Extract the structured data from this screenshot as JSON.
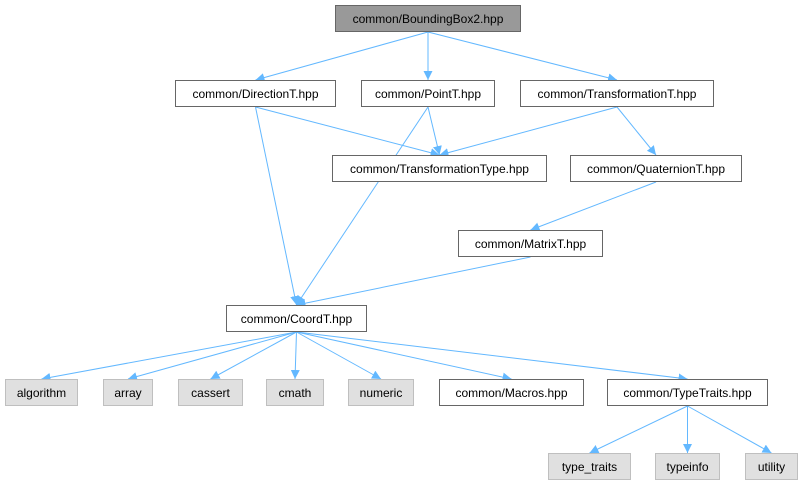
{
  "graph": {
    "edge_color": "#63b8ff",
    "focus_fill": "#999999",
    "system_fill": "#e0e0e0",
    "nodes": {
      "bounding_box2": {
        "label": "common/BoundingBox2.hpp"
      },
      "direction_t": {
        "label": "common/DirectionT.hpp"
      },
      "point_t": {
        "label": "common/PointT.hpp"
      },
      "transformation_t": {
        "label": "common/TransformationT.hpp"
      },
      "transformation_type": {
        "label": "common/TransformationType.hpp"
      },
      "quaternion_t": {
        "label": "common/QuaternionT.hpp"
      },
      "matrix_t": {
        "label": "common/MatrixT.hpp"
      },
      "coord_t": {
        "label": "common/CoordT.hpp"
      },
      "algorithm": {
        "label": "algorithm"
      },
      "array": {
        "label": "array"
      },
      "cassert": {
        "label": "cassert"
      },
      "cmath": {
        "label": "cmath"
      },
      "numeric": {
        "label": "numeric"
      },
      "macros": {
        "label": "common/Macros.hpp"
      },
      "type_traits_hpp": {
        "label": "common/TypeTraits.hpp"
      },
      "type_traits": {
        "label": "type_traits"
      },
      "typeinfo": {
        "label": "typeinfo"
      },
      "utility": {
        "label": "utility"
      }
    },
    "edges": [
      [
        "bounding_box2",
        "direction_t"
      ],
      [
        "bounding_box2",
        "point_t"
      ],
      [
        "bounding_box2",
        "transformation_t"
      ],
      [
        "direction_t",
        "transformation_type"
      ],
      [
        "direction_t",
        "coord_t"
      ],
      [
        "point_t",
        "transformation_type"
      ],
      [
        "point_t",
        "coord_t"
      ],
      [
        "transformation_t",
        "transformation_type"
      ],
      [
        "transformation_t",
        "quaternion_t"
      ],
      [
        "quaternion_t",
        "matrix_t"
      ],
      [
        "matrix_t",
        "coord_t"
      ],
      [
        "coord_t",
        "algorithm"
      ],
      [
        "coord_t",
        "array"
      ],
      [
        "coord_t",
        "cassert"
      ],
      [
        "coord_t",
        "cmath"
      ],
      [
        "coord_t",
        "numeric"
      ],
      [
        "coord_t",
        "macros"
      ],
      [
        "coord_t",
        "type_traits_hpp"
      ],
      [
        "type_traits_hpp",
        "type_traits"
      ],
      [
        "type_traits_hpp",
        "typeinfo"
      ],
      [
        "type_traits_hpp",
        "utility"
      ]
    ]
  }
}
